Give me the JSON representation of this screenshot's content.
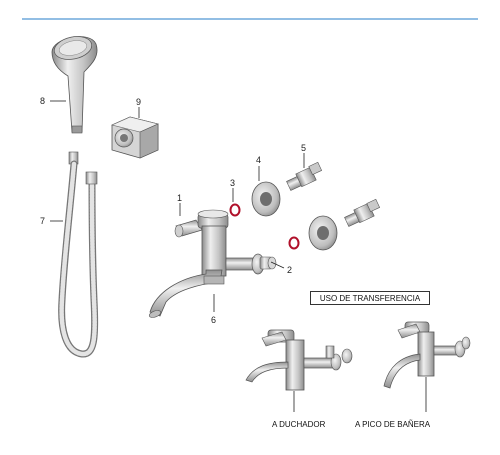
{
  "colors": {
    "top_rule": "#6fa8dc",
    "metal_light": "#e6e6e6",
    "metal_mid": "#b8b8b8",
    "metal_dark": "#7a7a7a",
    "o_ring": "#b0102a",
    "line": "#222222"
  },
  "parts": [
    {
      "number": "1",
      "part": "lever-handle"
    },
    {
      "number": "2",
      "part": "side-knob"
    },
    {
      "number": "3",
      "part": "o-ring"
    },
    {
      "number": "4",
      "part": "escutcheon-flange"
    },
    {
      "number": "5",
      "part": "eccentric-connector"
    },
    {
      "number": "6",
      "part": "spout"
    },
    {
      "number": "7",
      "part": "shower-hose"
    },
    {
      "number": "8",
      "part": "hand-shower"
    },
    {
      "number": "9",
      "part": "wall-bracket"
    }
  ],
  "transfer_box": {
    "label": "USO DE TRANSFERENCIA"
  },
  "captions": {
    "shower": "A DUCHADOR",
    "tub_spout": "A PICO DE BAÑERA"
  }
}
